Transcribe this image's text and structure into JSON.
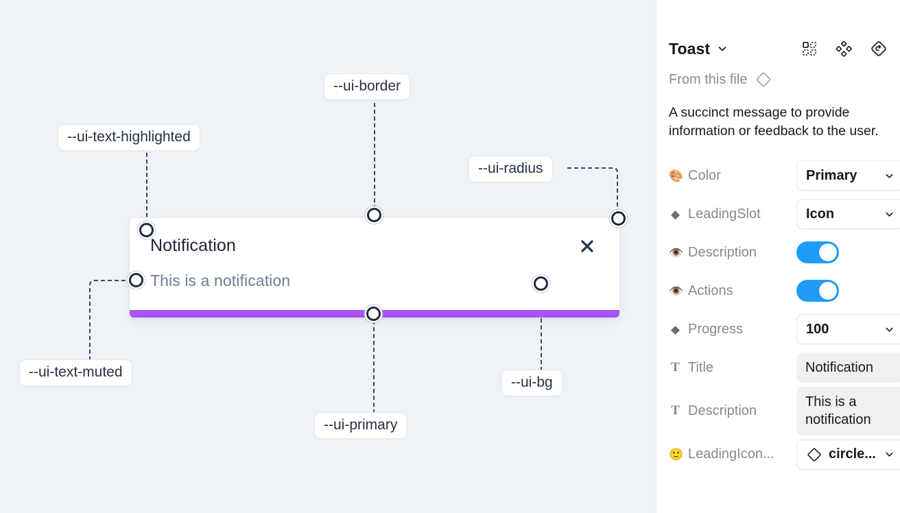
{
  "canvas": {
    "background_color": "#eff2f7",
    "toast": {
      "title": "Notification",
      "description": "This is a notification",
      "close_icon": "close-icon",
      "progress_color": "#a855f7",
      "background_color": "#ffffff"
    },
    "annotations": [
      {
        "id": "ui-text-highlighted",
        "label": "--ui-text-highlighted"
      },
      {
        "id": "ui-border",
        "label": "--ui-border"
      },
      {
        "id": "ui-radius",
        "label": "--ui-radius"
      },
      {
        "id": "ui-text-muted",
        "label": "--ui-text-muted"
      },
      {
        "id": "ui-primary",
        "label": "--ui-primary"
      },
      {
        "id": "ui-bg",
        "label": "--ui-bg"
      }
    ]
  },
  "panel": {
    "title": "Toast",
    "title_chevron": "chevron-down-icon",
    "header_icons": [
      {
        "name": "component-grid-icon"
      },
      {
        "name": "variants-cluster-icon"
      },
      {
        "name": "reset-diamond-icon"
      }
    ],
    "from_file_label": "From this file",
    "from_file_icon": "diamond-icon",
    "description": "A succinct message to provide information or feedback to the user.",
    "properties": [
      {
        "icon": "palette-icon",
        "emoji": "🎨",
        "label": "Color",
        "type": "select",
        "value": "Primary"
      },
      {
        "icon": "diamond-filled-icon",
        "emoji": "◆",
        "label": "LeadingSlot",
        "type": "select",
        "value": "Icon"
      },
      {
        "icon": "eye-icon",
        "emoji": "👁️",
        "label": "Description",
        "type": "toggle",
        "value": "on"
      },
      {
        "icon": "eye-icon",
        "emoji": "👁️",
        "label": "Actions",
        "type": "toggle",
        "value": "on"
      },
      {
        "icon": "diamond-filled-icon",
        "emoji": "◆",
        "label": "Progress",
        "type": "select",
        "value": "100"
      },
      {
        "icon": "text-icon",
        "emoji": "T",
        "label": "Title",
        "type": "text",
        "value": "Notification"
      },
      {
        "icon": "text-icon",
        "emoji": "T",
        "label": "Description",
        "type": "text",
        "value": "This is a notification"
      },
      {
        "icon": "emoji-face-icon",
        "emoji": "🙂",
        "label": "LeadingIcon...",
        "type": "select-icon",
        "value": "circle..."
      }
    ]
  }
}
